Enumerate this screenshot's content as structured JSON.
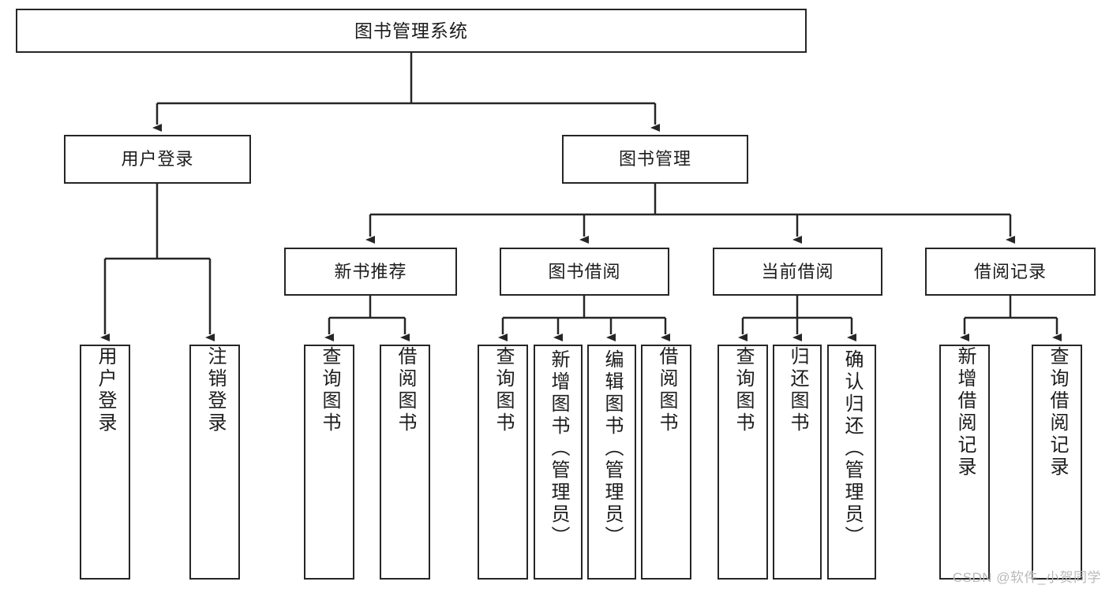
{
  "diagram": {
    "title": "图书管理系统",
    "watermark": "CSDN @软件_小贺同学",
    "line_color": "#262626",
    "box_border_color": "#262626",
    "box_fill": "#ffffff",
    "text_color": "#1c1c1c",
    "root": {
      "label": "图书管理系统"
    },
    "level2": [
      {
        "label": "用户登录"
      },
      {
        "label": "图书管理"
      }
    ],
    "level3": [
      {
        "label": "新书推荐"
      },
      {
        "label": "图书借阅"
      },
      {
        "label": "当前借阅"
      },
      {
        "label": "借阅记录"
      }
    ],
    "leaves": {
      "user_login": [
        {
          "label": "用户登录"
        },
        {
          "label": "注销登录"
        }
      ],
      "new_book_recommend": [
        {
          "label": "查询图书"
        },
        {
          "label": "借阅图书"
        }
      ],
      "book_borrow": [
        {
          "label": "查询图书"
        },
        {
          "label": "新增图书（管理员）"
        },
        {
          "label": "编辑图书（管理员）"
        },
        {
          "label": "借阅图书"
        }
      ],
      "current_borrow": [
        {
          "label": "查询图书"
        },
        {
          "label": "归还图书"
        },
        {
          "label": "确认归还（管理员）"
        }
      ],
      "borrow_record": [
        {
          "label": "新增借阅记录"
        },
        {
          "label": "查询借阅记录"
        }
      ]
    }
  },
  "chart_data": {
    "type": "diagram",
    "title": "图书管理系统",
    "hierarchy": {
      "name": "图书管理系统",
      "children": [
        {
          "name": "用户登录",
          "children": [
            {
              "name": "用户登录"
            },
            {
              "name": "注销登录"
            }
          ]
        },
        {
          "name": "图书管理",
          "children": [
            {
              "name": "新书推荐",
              "children": [
                {
                  "name": "查询图书"
                },
                {
                  "name": "借阅图书"
                }
              ]
            },
            {
              "name": "图书借阅",
              "children": [
                {
                  "name": "查询图书"
                },
                {
                  "name": "新增图书（管理员）"
                },
                {
                  "name": "编辑图书（管理员）"
                },
                {
                  "name": "借阅图书"
                }
              ]
            },
            {
              "name": "当前借阅",
              "children": [
                {
                  "name": "查询图书"
                },
                {
                  "name": "归还图书"
                },
                {
                  "name": "确认归还（管理员）"
                }
              ]
            },
            {
              "name": "借阅记录",
              "children": [
                {
                  "name": "新增借阅记录"
                },
                {
                  "name": "查询借阅记录"
                }
              ]
            }
          ]
        }
      ]
    }
  }
}
